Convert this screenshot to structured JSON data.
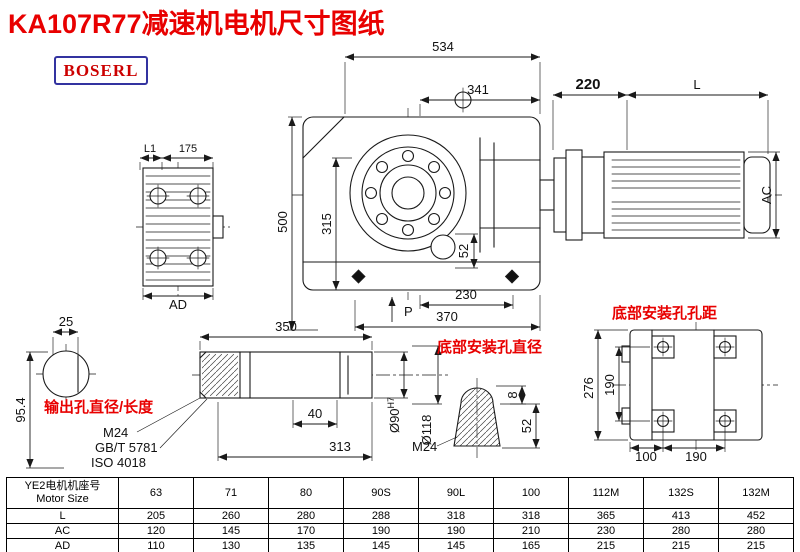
{
  "title": "KA107R77减速机电机尺寸图纸",
  "brand": {
    "logo": "BOSERL"
  },
  "annotations": {
    "output_hole": "输出孔直径/长度",
    "bottom_hole_diameter": "底部安装孔直径",
    "bottom_hole_spacing": "底部安装孔孔距"
  },
  "main_view": {
    "dim_534": "534",
    "dim_341": "341",
    "dim_220": "220",
    "dim_L": "L",
    "dim_500": "500",
    "dim_315": "315",
    "dim_52": "52",
    "dim_230": "230",
    "dim_370": "370",
    "label_P": "P",
    "dim_AC": "AC"
  },
  "side_view": {
    "dim_L1": "L1",
    "dim_175": "175",
    "dim_AD": "AD"
  },
  "shaft_view": {
    "dim_25": "25",
    "dim_95_4": "95.4",
    "dim_350": "350",
    "dim_40": "40",
    "dim_313": "313",
    "thread": "M24",
    "std1": "GB/T 5781",
    "std2": "ISO 4018",
    "dia_90": "Ø90",
    "dia_90_tol": "H7",
    "dia_118": "Ø118"
  },
  "hole_detail": {
    "dim_8": "8",
    "dim_52": "52",
    "thread": "M24"
  },
  "bottom_view": {
    "dim_276": "276",
    "dim_190v": "190",
    "dim_100": "100",
    "dim_190h": "190"
  },
  "table": {
    "header_line1": "YE2电机机座号",
    "header_line2": "Motor Size",
    "columns": [
      "63",
      "71",
      "80",
      "90S",
      "90L",
      "100",
      "112M",
      "132S",
      "132M"
    ],
    "rows": [
      {
        "label": "L",
        "values": [
          "205",
          "260",
          "280",
          "288",
          "318",
          "318",
          "365",
          "413",
          "452"
        ]
      },
      {
        "label": "AC",
        "values": [
          "120",
          "145",
          "170",
          "190",
          "190",
          "210",
          "230",
          "280",
          "280"
        ]
      },
      {
        "label": "AD",
        "values": [
          "110",
          "130",
          "135",
          "145",
          "145",
          "165",
          "215",
          "215",
          "215"
        ]
      }
    ]
  }
}
